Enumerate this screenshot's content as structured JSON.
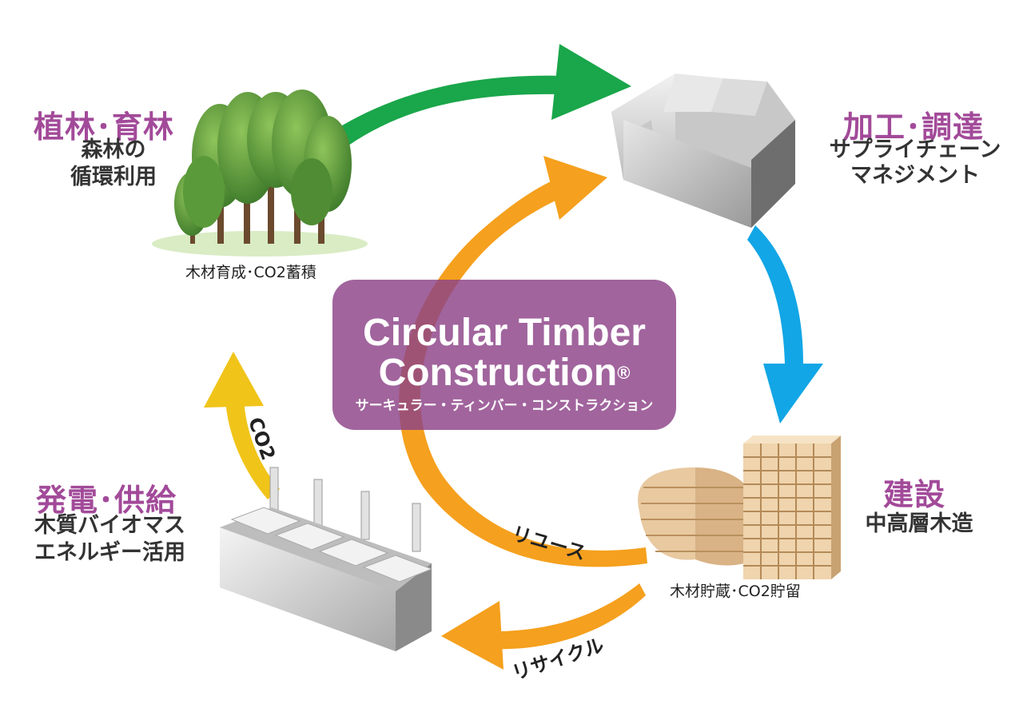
{
  "center": {
    "title_line1": "Circular Timber",
    "title_line2": "Construction",
    "registered_mark": "®",
    "subtitle_jp": "サーキュラー・ティンバー・コンストラクション"
  },
  "stages": {
    "forest": {
      "title": "植林･育林",
      "sub_line1": "森林の",
      "sub_line2": "循環利用",
      "caption": "木材育成･CO2蓄積"
    },
    "processing": {
      "title": "加工･調達",
      "sub_line1": "サプライチェーン",
      "sub_line2": "マネジメント"
    },
    "construction": {
      "title": "建設",
      "sub_line1": "中高層木造",
      "caption": "木材貯蔵･CO2貯留"
    },
    "power": {
      "title": "発電･供給",
      "sub_line1": "木質バイオマス",
      "sub_line2": "エネルギー活用"
    }
  },
  "arrows": {
    "reuse_label": "リユース",
    "recycle_label": "リサイクル",
    "co2_label": "CO2"
  },
  "colors": {
    "title_accent": "#a24a99",
    "arrow_green": "#1aa64a",
    "arrow_blue": "#12a6e6",
    "arrow_orange": "#f5a01e",
    "arrow_yellow": "#f0c419",
    "center_box": "#8c4287"
  }
}
